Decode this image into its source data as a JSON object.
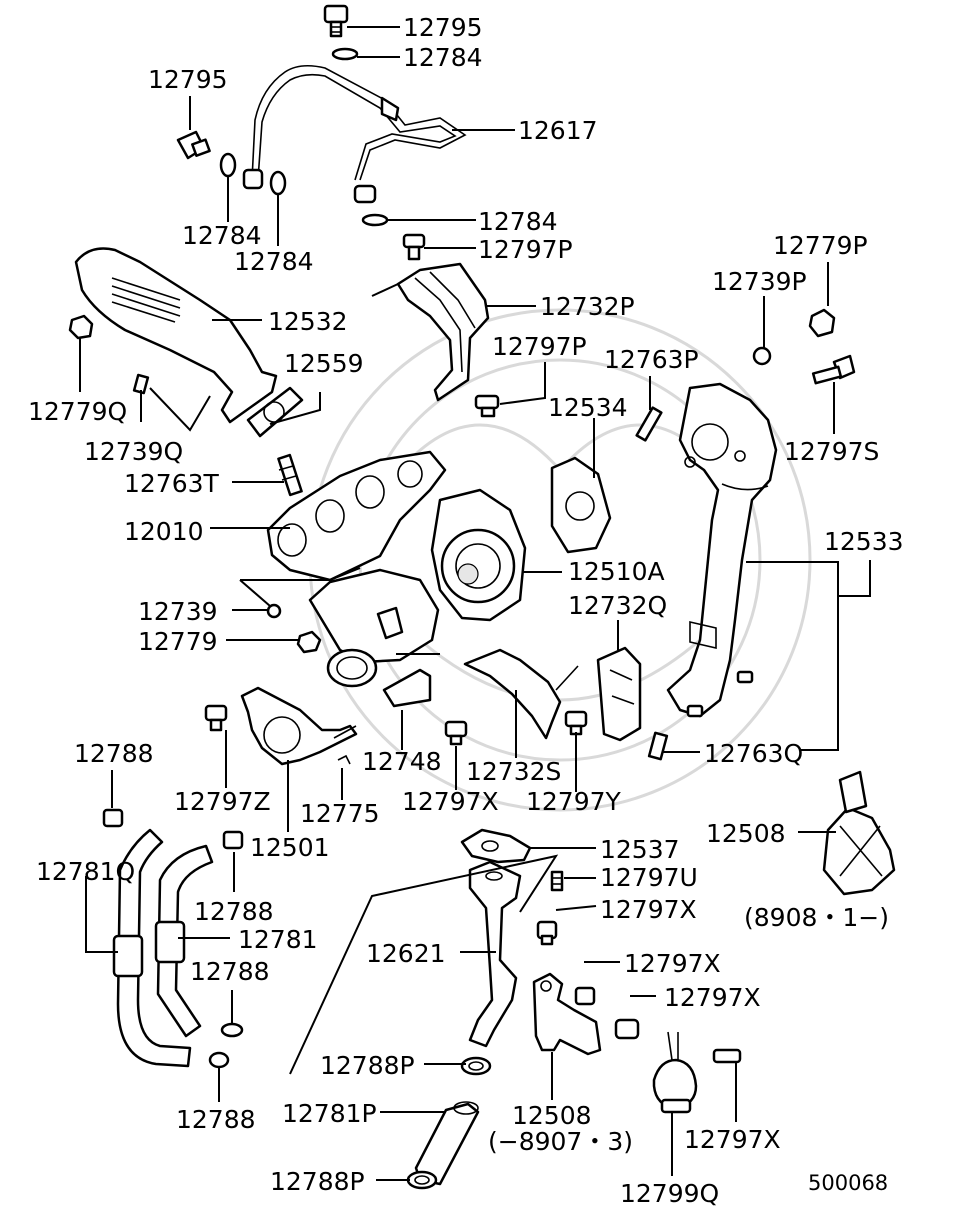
{
  "diagram_ref": "500068",
  "labels": {
    "p12795_top": "12795",
    "p12784_top": "12784",
    "p12795_left": "12795",
    "p12617": "12617",
    "p12784_a": "12784",
    "p12784_b": "12784",
    "p12784_c": "12784",
    "p12797P_a": "12797P",
    "p12779P": "12779P",
    "p12739P": "12739P",
    "p12532": "12532",
    "p12732P": "12732P",
    "p12559": "12559",
    "p12797P_b": "12797P",
    "p12763P": "12763P",
    "p12779Q": "12779Q",
    "p12739Q": "12739Q",
    "p12534": "12534",
    "p12797S": "12797S",
    "p12763T": "12763T",
    "p12010": "12010",
    "p12533": "12533",
    "p12510A": "12510A",
    "p12739": "12739",
    "p12732Q": "12732Q",
    "p12779": "12779",
    "p12788_a": "12788",
    "p12748": "12748",
    "p12763Q": "12763Q",
    "p12797Z": "12797Z",
    "p12732S": "12732S",
    "p12775": "12775",
    "p12797X_a": "12797X",
    "p12797Y": "12797Y",
    "p12508_top": "12508",
    "p12501": "12501",
    "p12537": "12537",
    "p12781Q": "12781Q",
    "p12797U": "12797U",
    "p8908": "(8908・1−)",
    "p12788_b": "12788",
    "p12797X_b": "12797X",
    "p12781": "12781",
    "p12621": "12621",
    "p12788_c": "12788",
    "p12797X_c": "12797X",
    "p12797X_d": "12797X",
    "p12788P_a": "12788P",
    "p12508_bot": "12508",
    "p12781P": "12781P",
    "p12788_d": "12788",
    "p8907": "(−8907・3)",
    "p12797X_e": "12797X",
    "p12788P_b": "12788P",
    "p12799Q": "12799Q"
  }
}
